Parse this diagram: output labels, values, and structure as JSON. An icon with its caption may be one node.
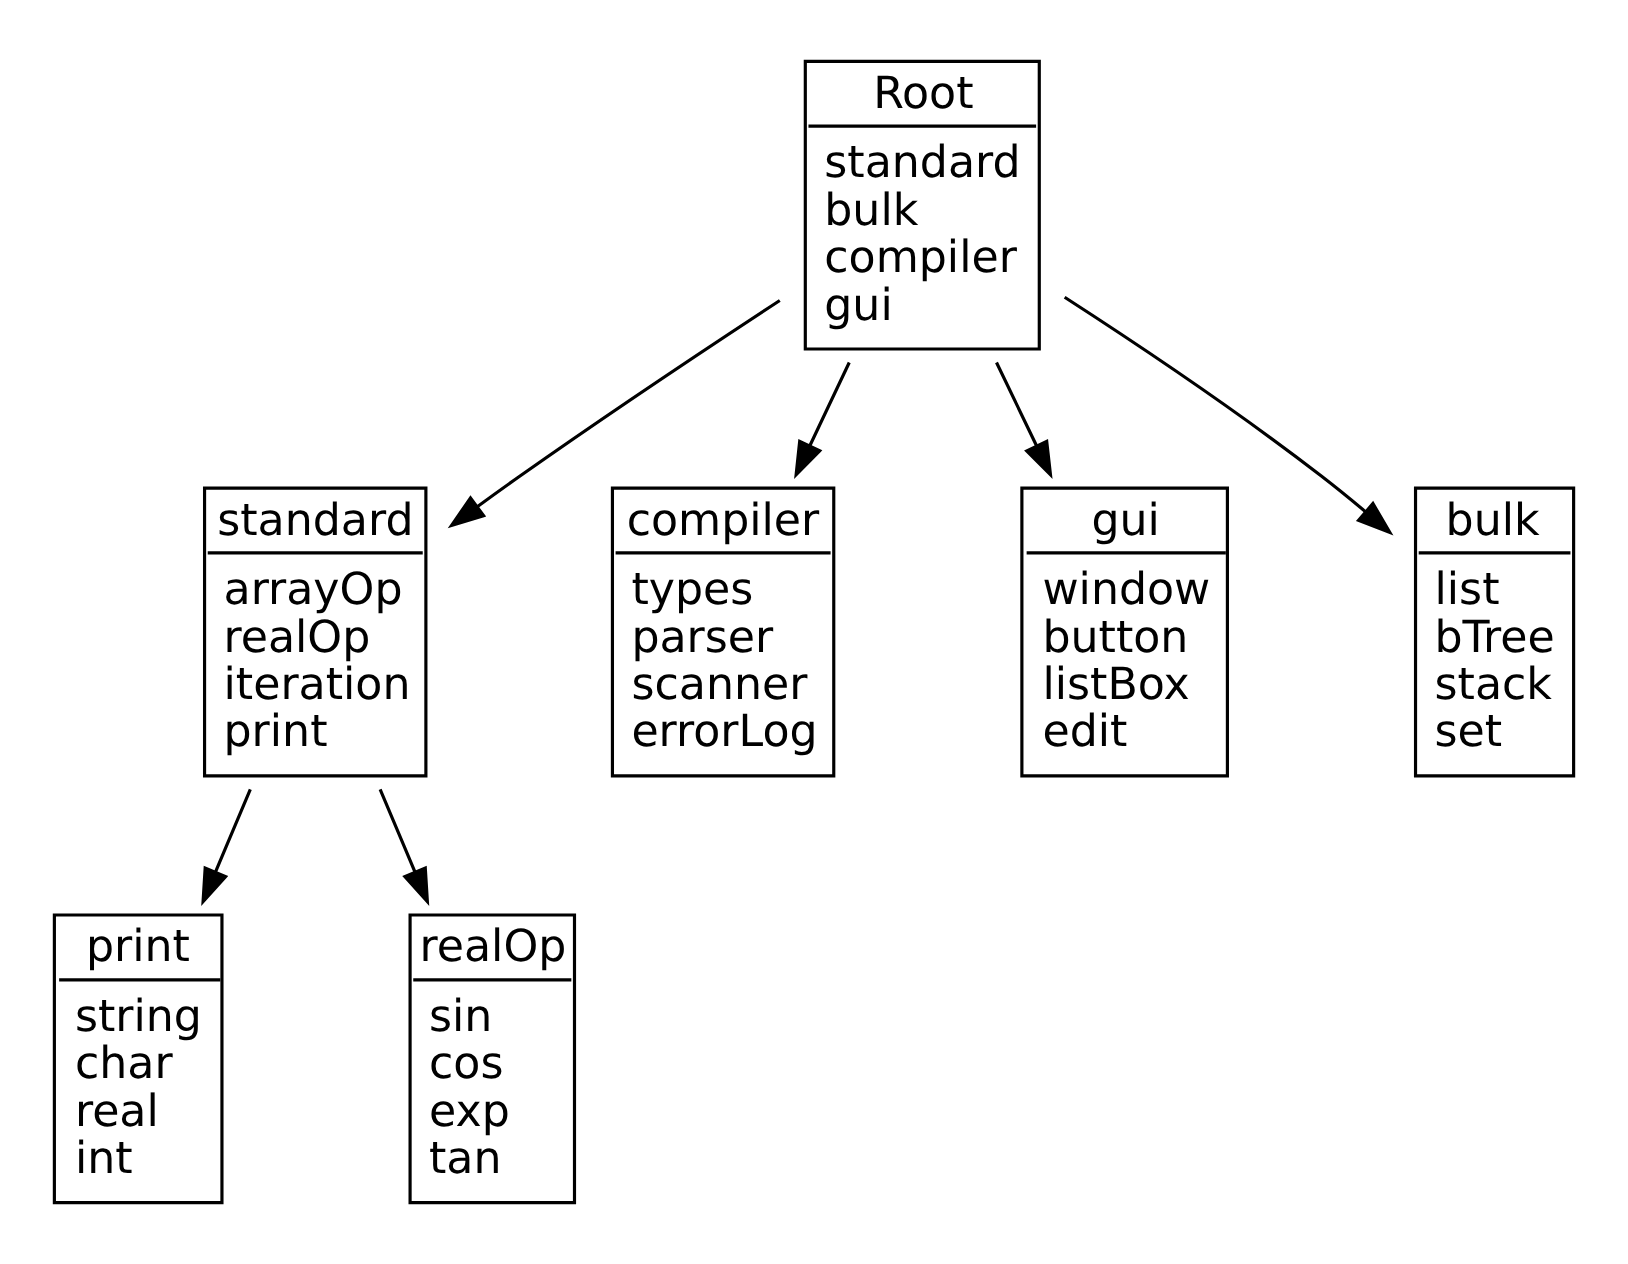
{
  "diagram": {
    "nodes": [
      {
        "text": [
          "Root",
          "standard",
          "bulk",
          "compiler",
          "gui"
        ]
      },
      {
        "text": [
          "standard",
          "arrayOp",
          "realOp",
          "iteration",
          "print"
        ]
      },
      {
        "text": [
          "compiler",
          "types",
          "parser",
          "scanner",
          "errorLog"
        ]
      },
      {
        "text": [
          "gui",
          "window",
          "button",
          "listBox",
          "edit"
        ]
      },
      {
        "text": [
          "bulk",
          "list",
          "bTree",
          "stack",
          "set"
        ]
      },
      {
        "text": [
          "print",
          "string",
          "char",
          "real",
          "int"
        ]
      },
      {
        "text": [
          "realOp",
          "sin",
          "cos",
          "exp",
          "tan"
        ]
      }
    ],
    "edges": [
      {
        "from": 0,
        "to": 1,
        "arrow": "to"
      },
      {
        "from": 0,
        "to": 2,
        "arrow": "to"
      },
      {
        "from": 0,
        "to": 3,
        "arrow": "to"
      },
      {
        "from": 0,
        "to": 4,
        "arrow": "to"
      },
      {
        "from": 1,
        "to": 5,
        "arrow": "to"
      },
      {
        "from": 1,
        "to": 6,
        "arrow": "to"
      }
    ]
  }
}
